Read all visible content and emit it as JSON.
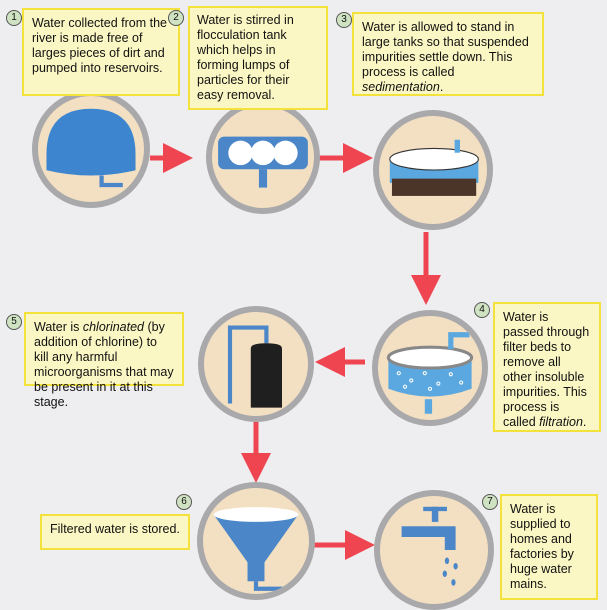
{
  "steps": [
    {
      "n": "1",
      "text": "Water collected from the river is made free of larges pieces of dirt and pumped into reservoirs."
    },
    {
      "n": "2",
      "text": "Water is stirred in flocculation tank which helps in forming lumps of particles for their easy removal."
    },
    {
      "n": "3",
      "text": "Water is allowed to stand in large tanks so that suspended impurities settle down. This process is called ",
      "term": "sedimentation",
      "end": "."
    },
    {
      "n": "4",
      "text": "Water is passed through filter beds to remove all other insoluble impurities. This process is called ",
      "term": "filtration",
      "end": "."
    },
    {
      "n": "5",
      "pre": "Water is ",
      "term": "chlorinated",
      "text": " (by addition of chlorine) to kill any harmful microorganisms that may be present in it at this stage."
    },
    {
      "n": "6",
      "text": "Filtered water is stored."
    },
    {
      "n": "7",
      "text": "Water is supplied to homes and factories by huge water mains."
    }
  ],
  "colors": {
    "arrow": "#ef4550",
    "water": "#5aa8df",
    "pipe": "#4a86c8",
    "box": "#fbf7c4",
    "box_border": "#f4e23c"
  }
}
